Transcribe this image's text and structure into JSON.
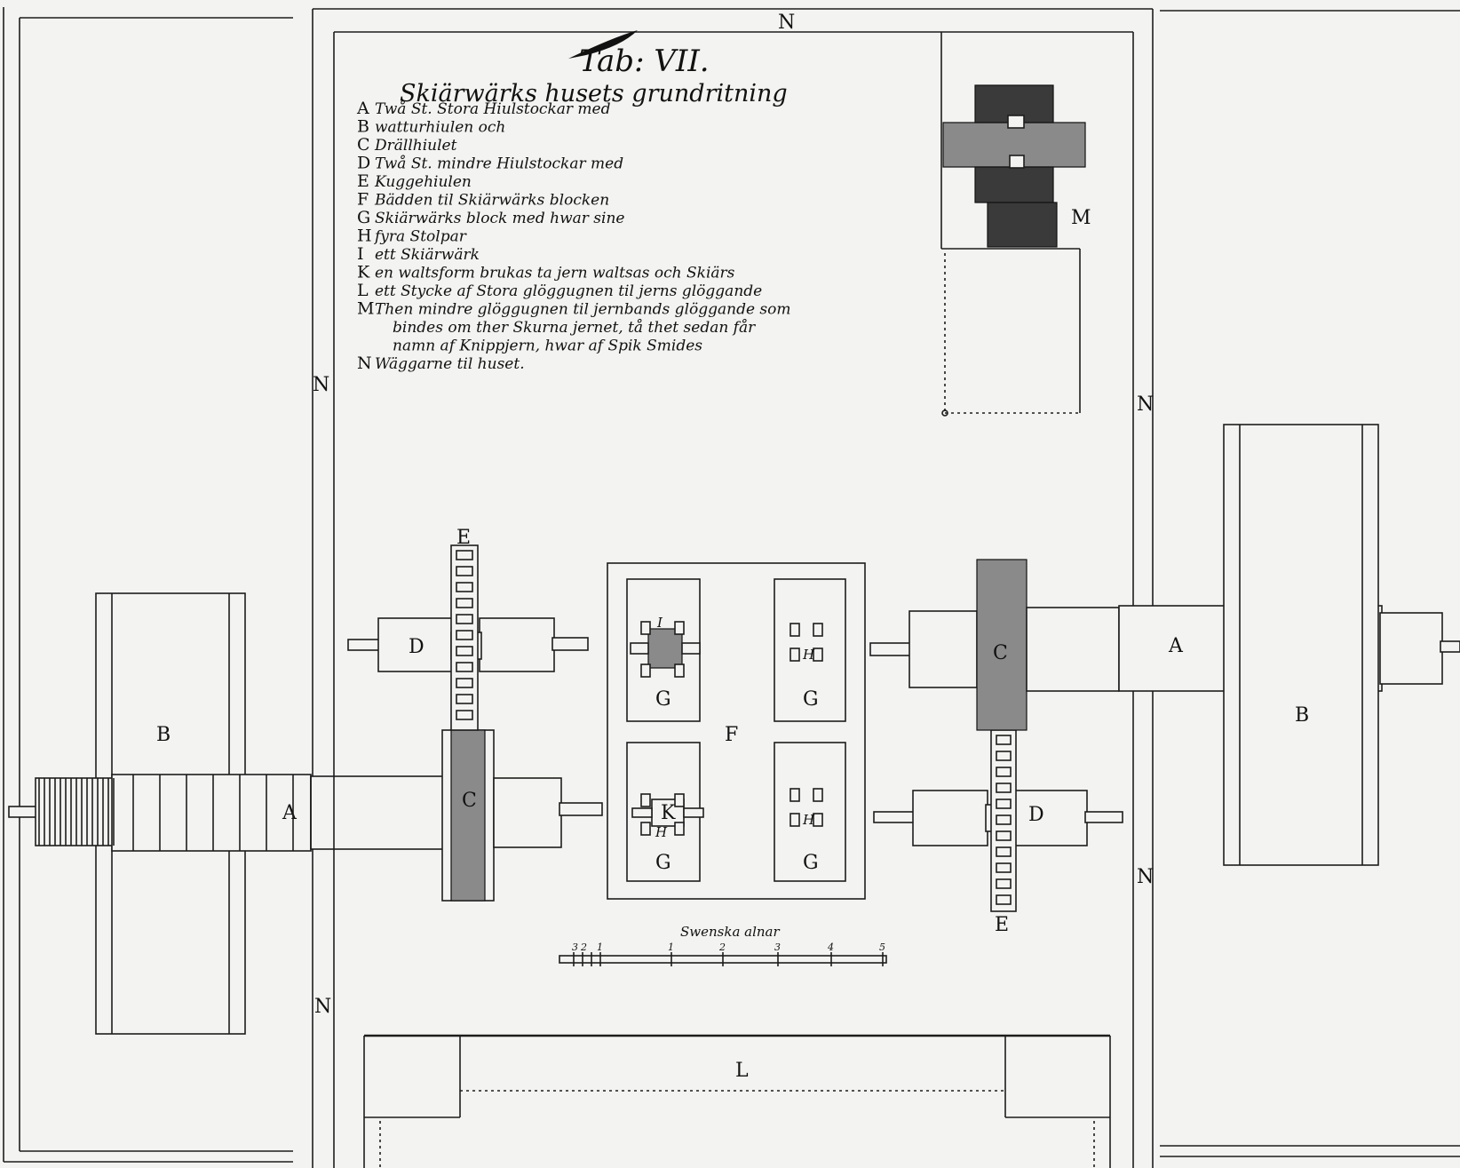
{
  "title": "Tab: VII.",
  "subtitle": "Skiärwärks husets grundritning",
  "legend": [
    {
      "key": "A",
      "text": "Twå St. Stora Hiulstockar med"
    },
    {
      "key": "B",
      "text": "watturhiulen och"
    },
    {
      "key": "C",
      "text": "Drällhiulet"
    },
    {
      "key": "D",
      "text": "Twå St. mindre Hiulstockar med"
    },
    {
      "key": "E",
      "text": "Kuggehiulen"
    },
    {
      "key": "F",
      "text": "Bädden til Skiärwärks blocken"
    },
    {
      "key": "G",
      "text": "Skiärwärks block med hwar sine"
    },
    {
      "key": "H",
      "text": "fyra Stolpar"
    },
    {
      "key": "I",
      "text": "ett Skiärwärk"
    },
    {
      "key": "K",
      "text": "en waltsform brukas ta jern waltsas och Skiärs"
    },
    {
      "key": "L",
      "text": "ett Stycke af Stora glöggugnen til jerns glöggande"
    },
    {
      "key": "M",
      "text": "Then mindre glöggugnen til jernbands glöggande som"
    },
    {
      "key": "",
      "text": "bindes om ther Skurna jernet, tå thet sedan får"
    },
    {
      "key": "",
      "text": "namn af Knippjern, hwar af Spik Smides"
    },
    {
      "key": "N",
      "text": "Wäggarne til huset."
    }
  ],
  "labels": {
    "a": "A",
    "b": "B",
    "c": "C",
    "d": "D",
    "e": "E",
    "f": "F",
    "g": "G",
    "h": "H",
    "i": "I",
    "k": "K",
    "l": "L",
    "m": "M",
    "n": "N"
  },
  "scale": {
    "caption": "Swenska alnar",
    "ticks": [
      "3",
      "2",
      "1",
      "1",
      "2",
      "3",
      "4",
      "5"
    ]
  }
}
